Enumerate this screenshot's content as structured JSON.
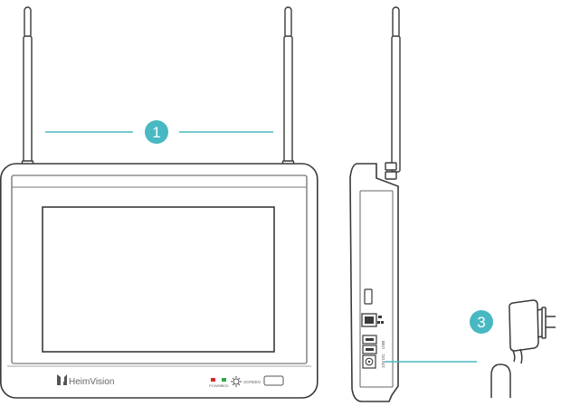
{
  "brand": {
    "name": "HeimVision"
  },
  "callouts": [
    {
      "number": "1",
      "target": "antennas"
    },
    {
      "number": "3",
      "target": "power-adapter"
    }
  ],
  "front_panel": {
    "indicators": [
      {
        "label": "POWER",
        "color": "#d9262e"
      },
      {
        "label": "HDD",
        "color": "#2faa4a"
      }
    ],
    "screen_label": "SCREEN"
  },
  "side_panel": {
    "port_labels": {
      "usb": "USB",
      "power": "12V DC"
    }
  },
  "colors": {
    "accent": "#48b8c2",
    "line": "#3a3a3a"
  }
}
